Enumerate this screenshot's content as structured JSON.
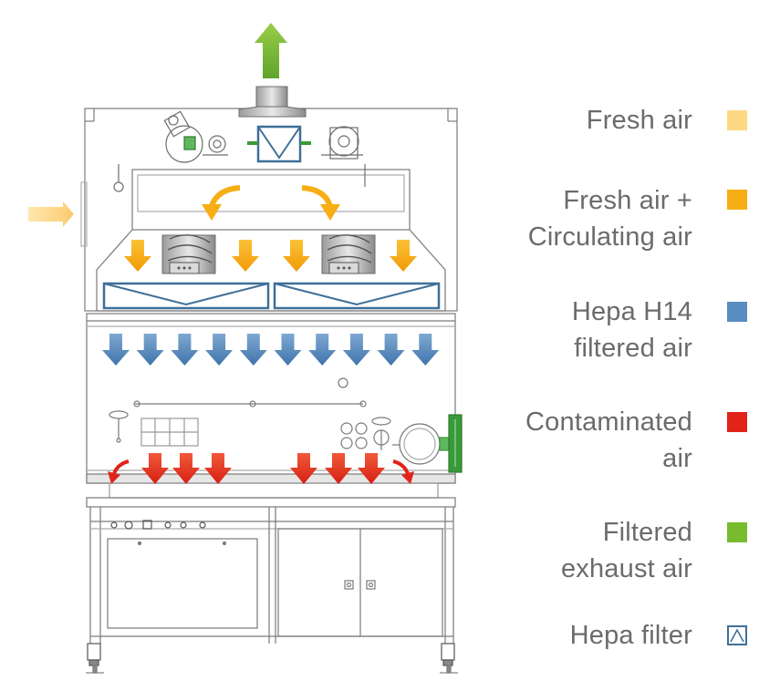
{
  "legend": {
    "items": [
      {
        "lines": [
          "Fresh air"
        ],
        "color": "#FDD983",
        "kind": "fresh-air"
      },
      {
        "lines": [
          "Fresh air +",
          "Circulating air"
        ],
        "color": "#F7AE14",
        "kind": "fresh-circulating-air"
      },
      {
        "lines": [
          "Hepa H14",
          "filtered air"
        ],
        "color": "#5A8DC0",
        "kind": "hepa-filtered-air"
      },
      {
        "lines": [
          "Contaminated",
          "air"
        ],
        "color": "#E2231A",
        "kind": "contaminated-air"
      },
      {
        "lines": [
          "Filtered",
          "exhaust air"
        ],
        "color": "#76BC2E",
        "kind": "filtered-exhaust-air"
      },
      {
        "lines": [
          "Hepa filter"
        ],
        "color": "#3F6F98",
        "kind": "hepa-filter"
      }
    ]
  },
  "colors": {
    "line": "#7a7a7a",
    "hepa_filter": "#3F6F98",
    "fresh_air": "#FDD983",
    "fresh_circulating_air": "#F7AE14",
    "hepa_filtered_air": "#5A8DC0",
    "contaminated_air": "#E2231A",
    "filtered_exhaust_air": "#76BC2E",
    "panel_green": "#3a9a3a"
  }
}
